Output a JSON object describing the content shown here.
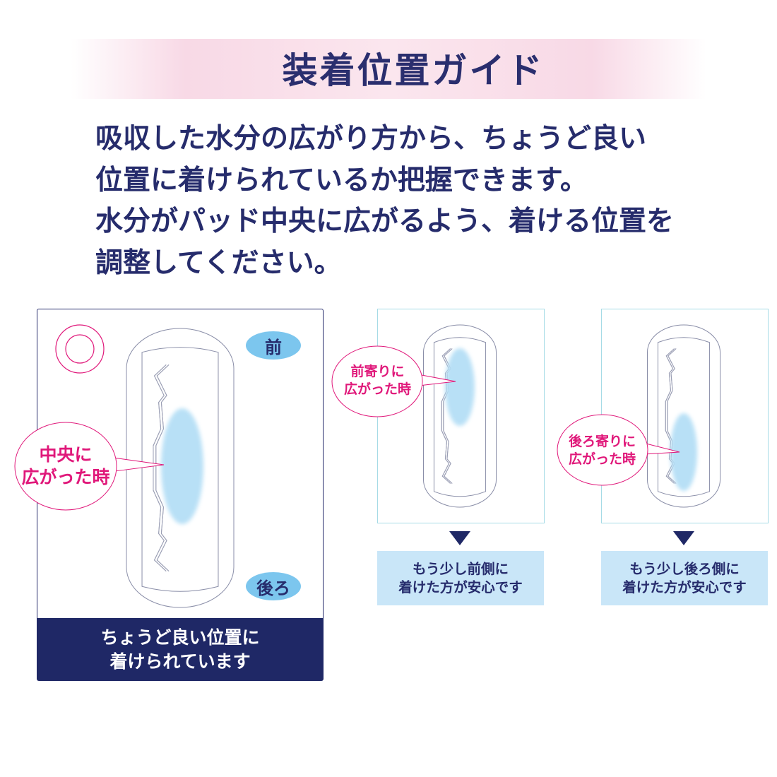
{
  "title": "装着位置ガイド",
  "intro_lines": [
    "吸収した水分の広がり方から、ちょうど良い",
    "位置に着けられているか把握できます。",
    "水分がパッド中央に広がるよう、着ける位置を",
    "調整してください。"
  ],
  "center_panel": {
    "mark": "◎",
    "front_label": "前",
    "back_label": "後ろ",
    "bubble_lines": [
      "中央に",
      "広がった時"
    ],
    "result_lines": [
      "ちょうど良い位置に",
      "着けられています"
    ]
  },
  "front_panel": {
    "bubble_lines": [
      "前寄りに",
      "広がった時"
    ],
    "advice_lines": [
      "もう少し前側に",
      "着けた方が安心です"
    ]
  },
  "back_panel": {
    "bubble_lines": [
      "後ろ寄りに",
      "広がった時"
    ],
    "advice_lines": [
      "もう少し後ろ側に",
      "着けた方が安心です"
    ]
  },
  "colors": {
    "navy": "#1f2866",
    "pink": "#e0187a",
    "blue_pill": "#7cc6ee",
    "absorb": "#b5dff6",
    "advice_bg": "#c9e6f8"
  }
}
